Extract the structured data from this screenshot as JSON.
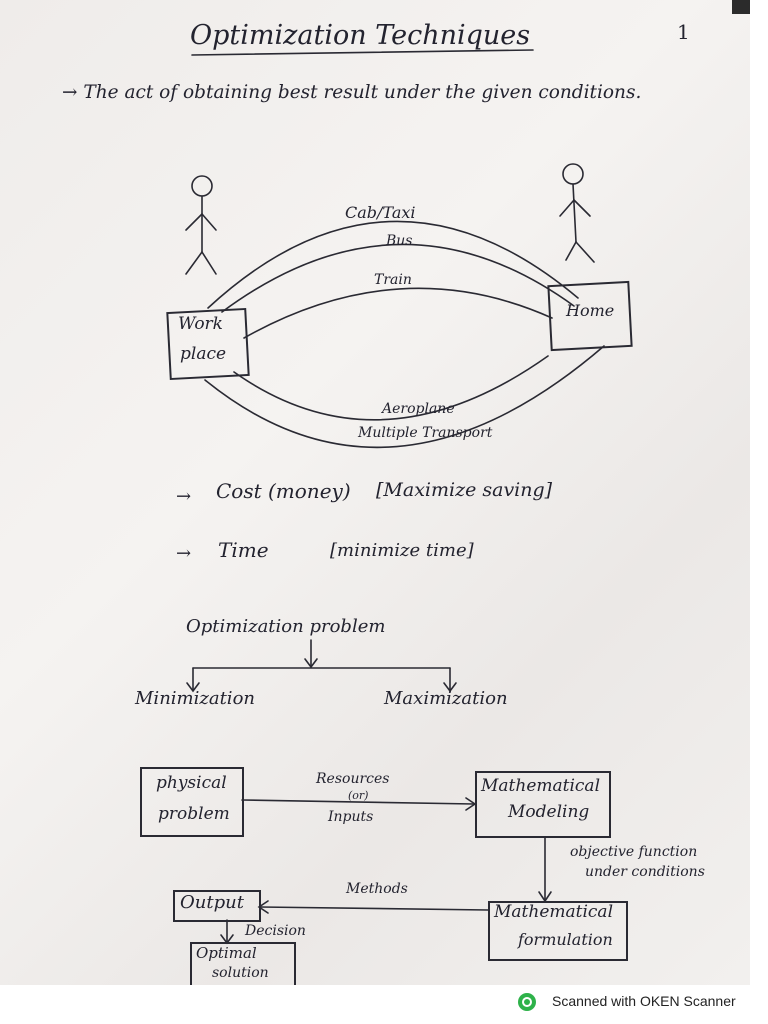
{
  "page": {
    "title": "Optimization Techniques",
    "page_number": "1",
    "definition": "→ The act of obtaining best result under the given conditions."
  },
  "travel_diagram": {
    "left_box": [
      "Work",
      "place"
    ],
    "right_box": "Home",
    "routes": [
      "Cab/Taxi",
      "Bus",
      "Train",
      "Aeroplane",
      "Multiple Transport"
    ]
  },
  "criteria": [
    {
      "arrow": "→",
      "label": "Cost (money)",
      "goal": "[Maximize saving]"
    },
    {
      "arrow": "→",
      "label": "Time",
      "goal": "[minimize time]"
    }
  ],
  "problem_tree": {
    "root": "Optimization problem",
    "left": "Minimization",
    "right": "Maximization"
  },
  "flow": {
    "physical": [
      "physical",
      "problem"
    ],
    "resources": [
      "Resources",
      "(or)",
      "Inputs"
    ],
    "modeling": [
      "Mathematical",
      "Modeling"
    ],
    "objective": [
      "objective function",
      "under conditions"
    ],
    "formulation": [
      "Mathematical",
      "formulation"
    ],
    "methods": "Methods",
    "output": "Output",
    "decision": "Decision",
    "solution": [
      "Optimal",
      "solution"
    ]
  },
  "footer": {
    "scanner": "Scanned with OKEN Scanner",
    "logo_icon": "circle-check-icon",
    "logo_color": "#2eb24a"
  }
}
